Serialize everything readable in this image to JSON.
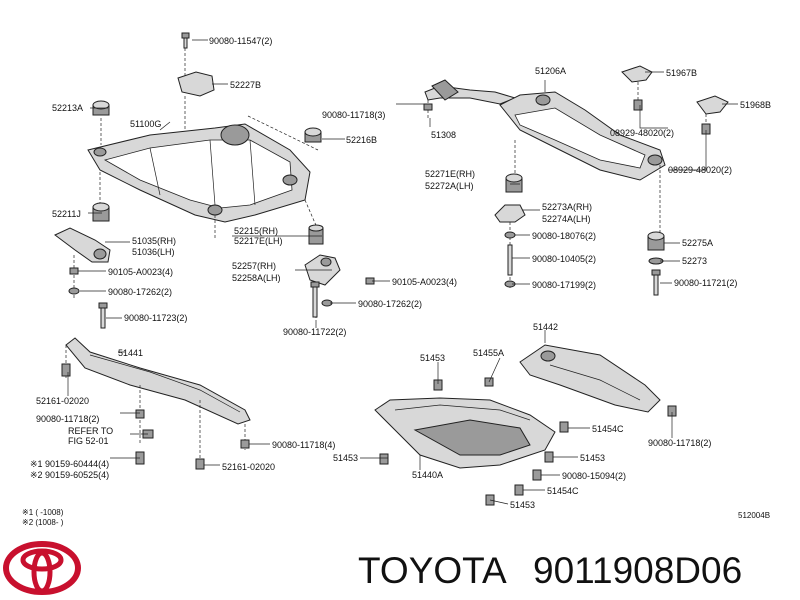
{
  "callouts": {
    "p90080_11547": "90080-11547(2)",
    "p52227B": "52227B",
    "p52213A": "52213A",
    "p51100G": "51100G",
    "p52216B": "52216B",
    "p52211J": "52211J",
    "p52215": "52215(RH)",
    "p52217E": "52217E(LH)",
    "p51035": "51035(RH)",
    "p51036": "51036(LH)",
    "p90105_a0023_left": "90105-A0023(4)",
    "p90080_17262_left": "90080-17262(2)",
    "p90080_11723": "90080-11723(2)",
    "p52257": "52257(RH)",
    "p52258A": "52258A(LH)",
    "p90105_a0023_mid": "90105-A0023(4)",
    "p90080_17262_mid": "90080-17262(2)",
    "p90080_11722": "90080-11722(2)",
    "p51206A": "51206A",
    "p51967B": "51967B",
    "p51968B": "51968B",
    "p90080_11718_top": "90080-11718(3)",
    "p51308": "51308",
    "p08929_48020_a": "08929-48020(2)",
    "p08929_48020_b": "08929-48020(2)",
    "p52271E": "52271E(RH)",
    "p52272A": "52272A(LH)",
    "p52273A": "52273A(RH)",
    "p52274A": "52274A(LH)",
    "p90080_18076": "90080-18076(2)",
    "p90080_10405": "90080-10405(2)",
    "p90080_17199": "90080-17199(2)",
    "p52275A": "52275A",
    "p52273": "52273",
    "p90080_11721": "90080-11721(2)",
    "p51441": "51441",
    "p52161_02020_a": "52161-02020",
    "p90080_11718_a": "90080-11718(2)",
    "refer_1": "REFER TO",
    "refer_2": "FIG 52-01",
    "p90159_60444": "※1 90159-60444(4)",
    "p90159_60525": "※2 90159-60525(4)",
    "p90080_11718_b": "90080-11718(4)",
    "p52161_02020_b": "52161-02020",
    "p51442": "51442",
    "p51453_a": "51453",
    "p51455A": "51455A",
    "p51454C_a": "51454C",
    "p90080_11718_c": "90080-11718(2)",
    "p51453_b": "51453",
    "p51440A": "51440A",
    "p51453_c": "51453",
    "p90080_15094": "90080-15094(2)",
    "p51454C_b": "51454C",
    "p51453_d": "51453",
    "note_1": "※1 (     -1008)",
    "note_2": "※2 (1008-     )",
    "diagram_code": "512004B"
  },
  "brand": {
    "name": "TOYOTA",
    "part_number": "9011908D06",
    "text_color": "#111111",
    "logo_color": "#c8102e",
    "logo_icon": "toyota-emblem-icon"
  }
}
